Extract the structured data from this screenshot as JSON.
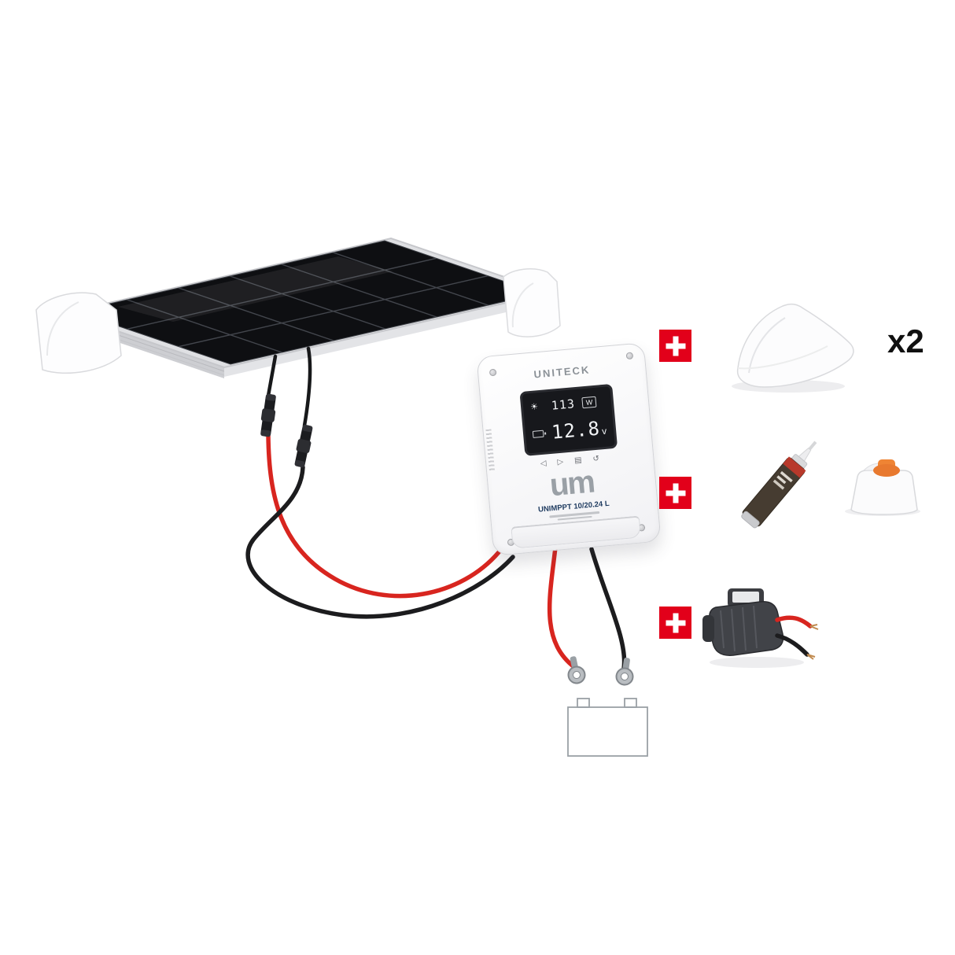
{
  "colors": {
    "accent_red": "#e2001a",
    "cable_red": "#d8251f",
    "cable_black": "#1c1c1e",
    "model_blue": "#1d3a5f",
    "screen_bg": "#17181c",
    "digit_white": "#f2f4f6",
    "brand_gray": "#8b9197",
    "um_gray": "#9aa0a6"
  },
  "icons": {
    "sun": "☀",
    "nav_left": "◁",
    "nav_right": "▷",
    "menu": "▤",
    "setup": "↺"
  },
  "controller": {
    "brand": "UNITECK",
    "logo_text": "um",
    "model": "UNIMPPT 10/20.24 L",
    "display": {
      "power_value": "113",
      "power_unit": "W",
      "voltage_value": "12.8",
      "voltage_unit": "v"
    }
  },
  "addons": [
    {
      "id": "mounting-spoiler-brackets",
      "quantity": "x2"
    },
    {
      "id": "adhesive-tube-and-cable-gland"
    },
    {
      "id": "battery-terminal-connector"
    }
  ]
}
